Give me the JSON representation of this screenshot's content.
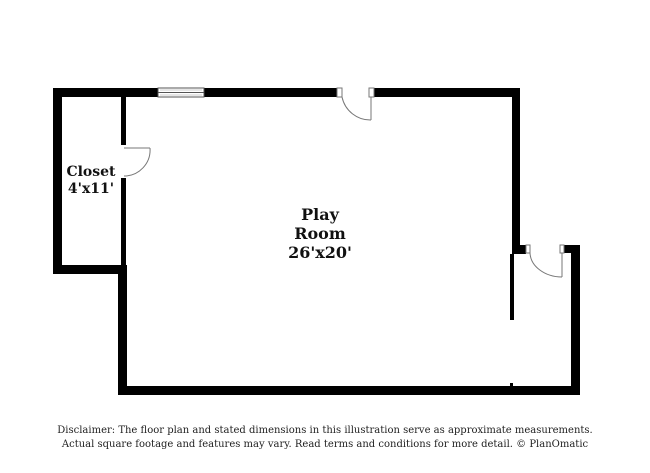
{
  "rooms": {
    "play_room": {
      "name_line1": "Play",
      "name_line2": "Room",
      "dimensions": "26'x20'"
    },
    "closet": {
      "name": "Closet",
      "dimensions": "4'x11'"
    }
  },
  "disclaimer": {
    "line1": "Disclaimer: The floor plan and stated dimensions in this illustration serve as approximate measurements.",
    "line2": "Actual square footage and features may vary. Read terms and conditions for more detail. © PlanOmatic"
  },
  "colors": {
    "wall": "#000000",
    "door": "#777777",
    "window": "#555555",
    "background": "#ffffff"
  }
}
